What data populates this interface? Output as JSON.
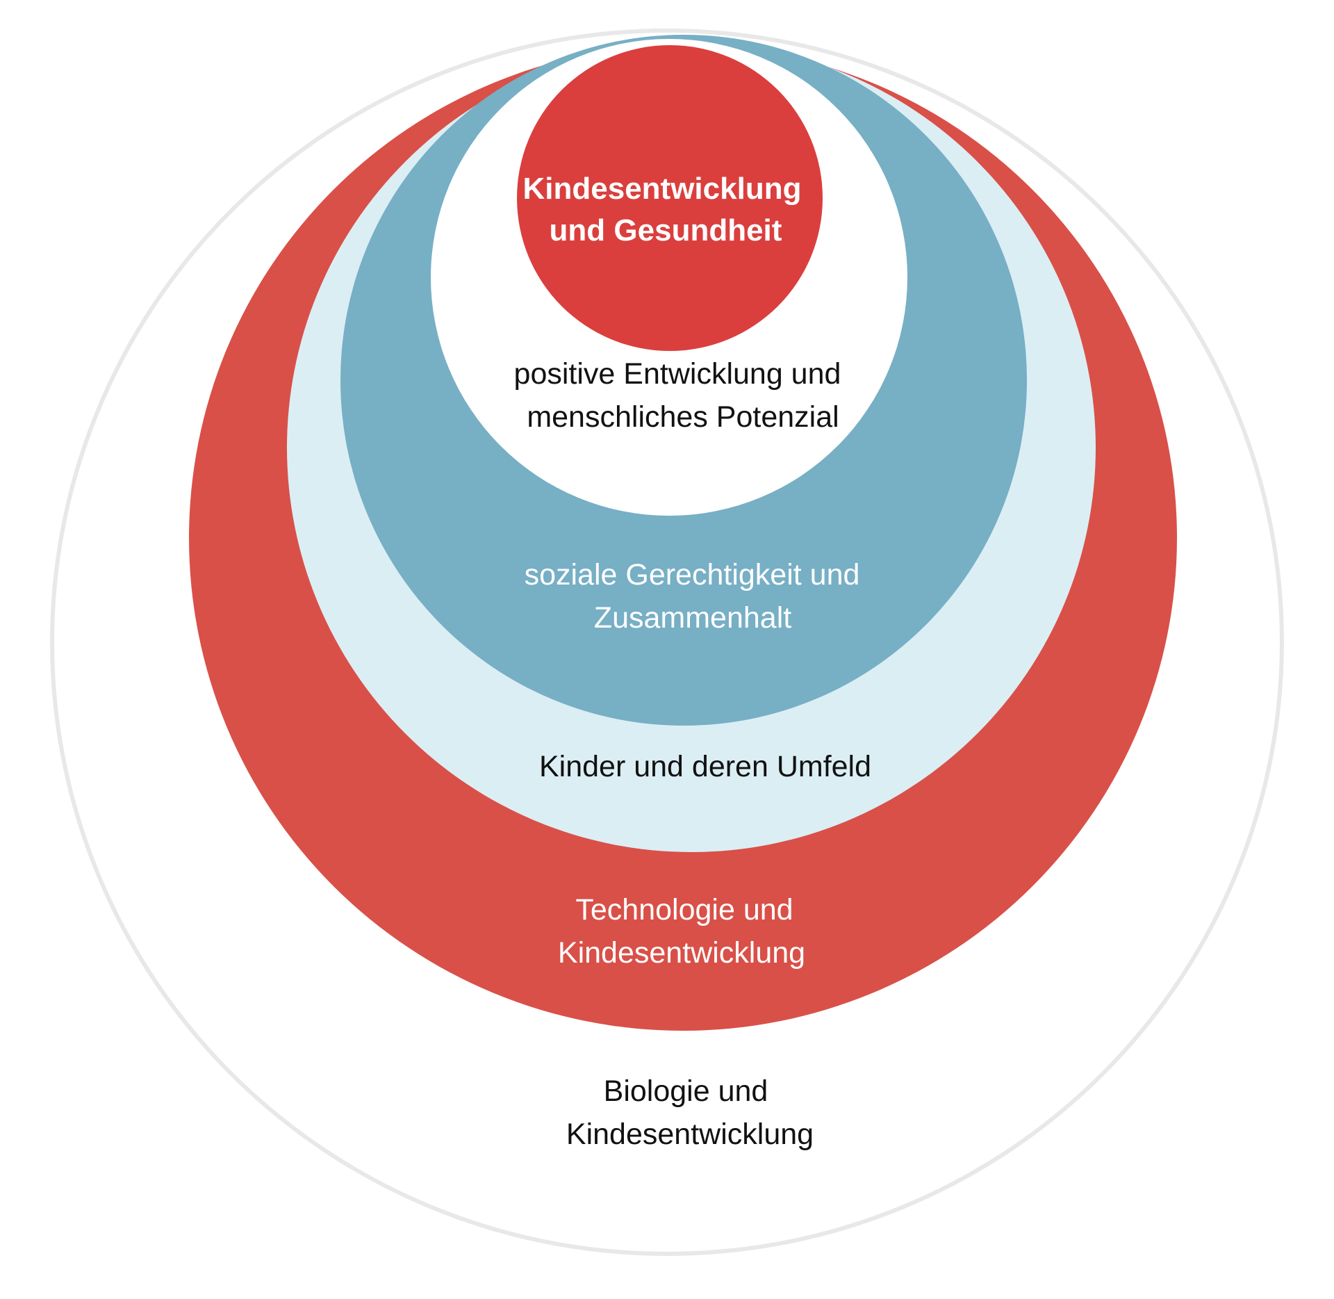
{
  "diagram": {
    "colors": {
      "outer_ring_stroke": "#e8e8e8",
      "red_ring": "#d95048",
      "light_blue_ring": "#dbeef4",
      "blue_ring": "#77afc5",
      "white_ring": "#ffffff",
      "core": "#da3f3d",
      "dark_text": "#111111",
      "light_text": "#ffffff"
    },
    "layers": {
      "core": {
        "line1": "Kindesentwicklung",
        "line2": "und Gesundheit"
      },
      "positive": {
        "line1": "positive Entwicklung und",
        "line2": "menschliches Potenzial"
      },
      "social": {
        "line1": "soziale Gerechtigkeit und",
        "line2": "Zusammenhalt"
      },
      "children": {
        "line1": "Kinder und deren Umfeld"
      },
      "technology": {
        "line1": "Technologie und",
        "line2": "Kindesentwicklung"
      },
      "biology": {
        "line1": "Biologie und",
        "line2": "Kindesentwicklung"
      }
    }
  }
}
